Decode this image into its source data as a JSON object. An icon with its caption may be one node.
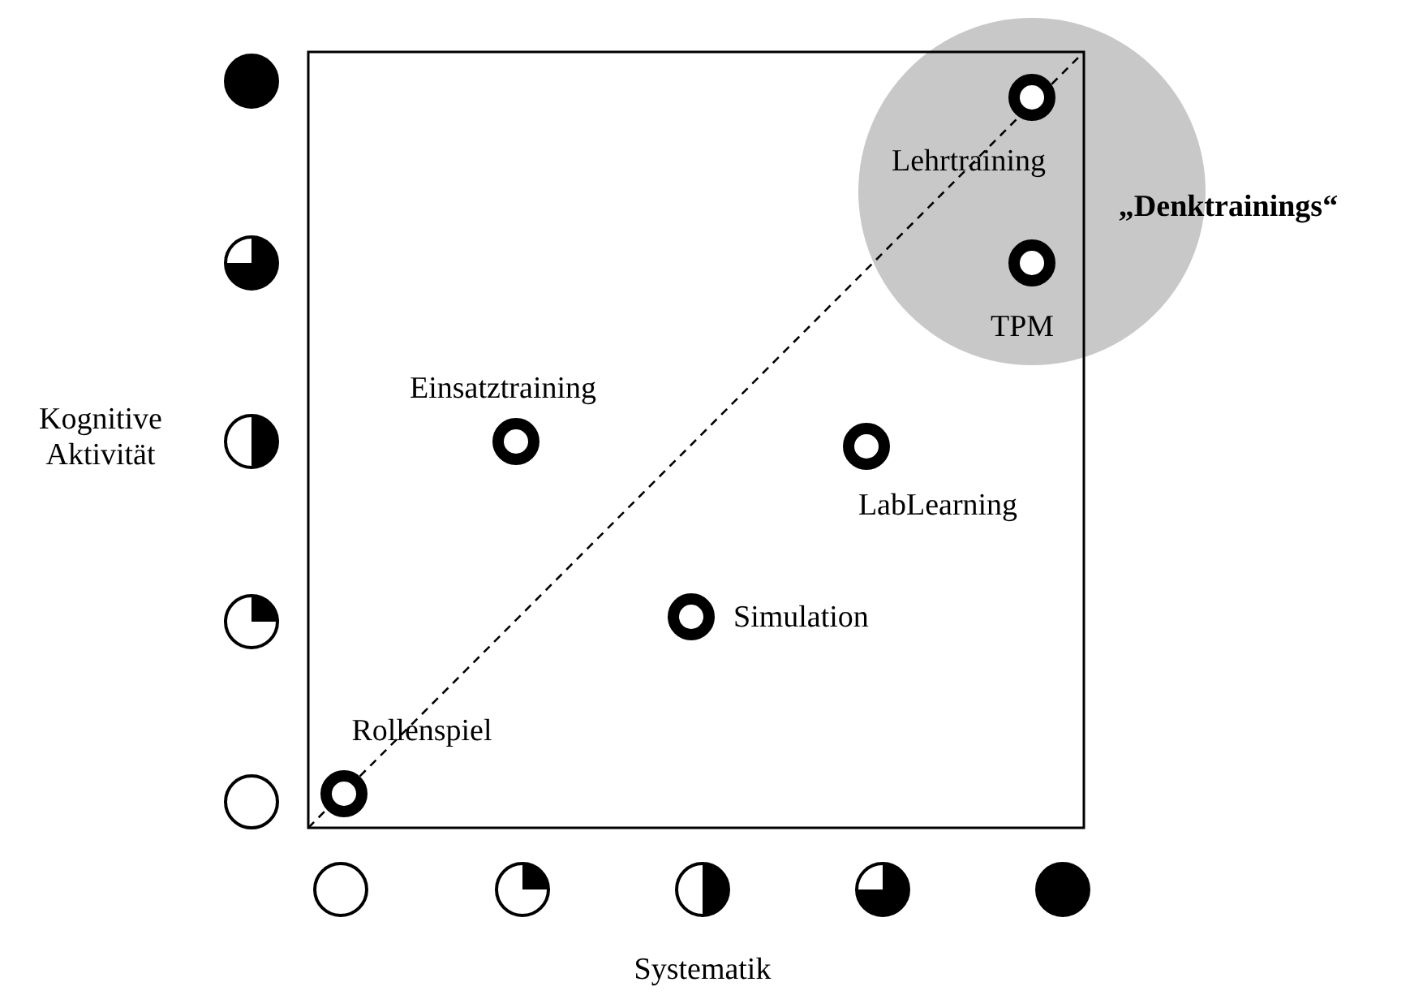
{
  "diagram": {
    "labels": [
      "Kognitive Aktivität",
      "„Denktrainings“",
      "Lehrtraining",
      "TPM",
      "Einsatztraining",
      "LabLearning",
      "Simulation",
      "Rollenspiel",
      "Systematik"
    ]
  }
}
